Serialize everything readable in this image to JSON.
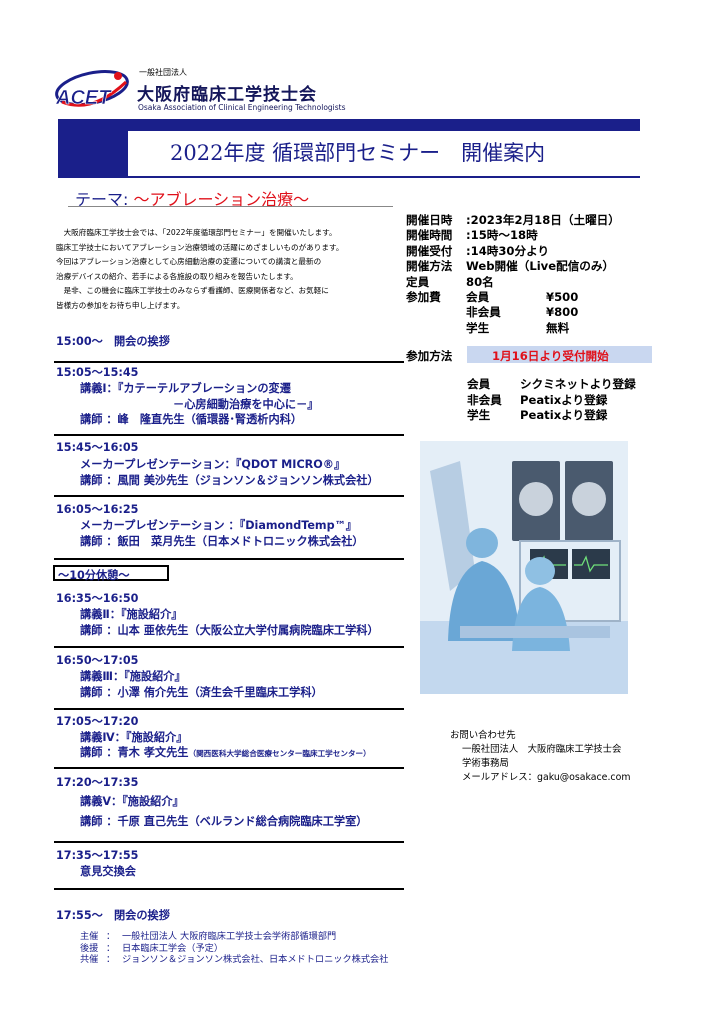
{
  "header": {
    "org_type": "一般社団法人",
    "org_name": "大阪府臨床工学技士会",
    "org_name_en": "Osaka Association of Clinical Engineering Technologists",
    "logo_text": "ACET",
    "seminar_title": "2022年度 循環部門セミナー　開催案内",
    "theme_label": "テーマ:",
    "theme_value": "～アブレーション治療～"
  },
  "intro": [
    "　大阪府臨床工学技士会では、「2022年度循環部門セミナー」を開催いたします。",
    "臨床工学技士においてアブレーション治療領域の活躍にめざましいものがあります。",
    "今回はアブレーション治療として心房細動治療の変遷についての講演と最新の",
    "治療デバイスの紹介、若手による各施設の取り組みを報告いたします。",
    "　是非、この機会に臨床工学技士のみならず看護師、医療関係者など、お気軽に",
    "皆様方の参加をお待ち申し上げます。"
  ],
  "info": {
    "date_label": "開催日時",
    "date_value": ":2023年2月18日（土曜日）",
    "time_label": "開催時間",
    "time_value": ":15時～18時",
    "reception_label": "開催受付",
    "reception_value": ":14時30分より",
    "method_label": "開催方法",
    "method_value": "Web開催（Live配信のみ）",
    "capacity_label": "定員",
    "capacity_value": "80名",
    "fee_label": "参加費",
    "fees": [
      {
        "tier": "会員",
        "amount": "¥500"
      },
      {
        "tier": "非会員",
        "amount": "¥800"
      },
      {
        "tier": "学生",
        "amount": "無料"
      }
    ],
    "apply_label": "参加方法",
    "apply_value": "1月16日より受付開始",
    "registration": [
      {
        "tier": "会員",
        "how": "シクミネットより登録"
      },
      {
        "tier": "非会員",
        "how": "Peatixより登録"
      },
      {
        "tier": "学生",
        "how": "Peatixより登録"
      }
    ]
  },
  "contact": {
    "title": "お問い合わせ先",
    "org": "一般社団法人　大阪府臨床工学技士会",
    "dept": "学術事務局",
    "email": "メールアドレス：gaku@osakace.com"
  },
  "program": {
    "opening": "15:00～　開会の挨拶",
    "s1_time": "15:05～15:45",
    "s1_title": "講義Ⅰ：『カテーテルアブレーションの変遷",
    "s1_sub": "－心房細動治療を中心に－』",
    "s1_lecturer": "講師 ：峰　隆直先生（循環器･腎透析内科）",
    "s2_time": "15:45～16:05",
    "s2_title": "メーカープレゼンテーション：『QDOT MICRO®』",
    "s2_lecturer": "講師 ：風間 美沙先生（ジョンソン＆ジョンソン株式会社）",
    "s3_time": "16:05～16:25",
    "s3_title": "メーカープレゼンテーション ：『DiamondTemp™』",
    "s3_lecturer": "講師 ：飯田　菜月先生（日本メドトロニック株式会社）",
    "break": "～10分休憩～",
    "s4_time": "16:35～16:50",
    "s4_title": "講義Ⅱ：『施設紹介』",
    "s4_lecturer": "講師 ：山本 亜依先生（大阪公立大学付属病院臨床工学科）",
    "s5_time": "16:50～17:05",
    "s5_title": "講義Ⅲ：『施設紹介』",
    "s5_lecturer": "講師 ：小澤 侑介先生（済生会千里臨床工学科）",
    "s6_time": "17:05～17:20",
    "s6_title": "講義Ⅳ：『施設紹介』",
    "s6_lecturer_name": "講師 ：青木 孝文先生",
    "s6_lecturer_aff": "（関西医科大学総合医療センター臨床工学センター）",
    "s7_time": "17:20～17:35",
    "s7_title": "講義Ⅴ：『施設紹介』",
    "s7_lecturer": "講師 ：千原 直己先生（ベルランド総合病院臨床工学室）",
    "s8_time": "17:35～17:55",
    "s8_title": "意見交換会",
    "closing": "17:55～　閉会の挨拶"
  },
  "footer": [
    {
      "k": "主催",
      "v": "一般社団法人 大阪府臨床工学技士会学術部循環部門"
    },
    {
      "k": "後援",
      "v": "日本臨床工学会（予定）"
    },
    {
      "k": "共催",
      "v": "ジョンソン＆ジョンソン株式会社、日本メドトロニック株式会社"
    }
  ],
  "colors": {
    "navy": "#1a1f8a",
    "red": "#e0101a",
    "highlight": "#c9d7f0"
  }
}
